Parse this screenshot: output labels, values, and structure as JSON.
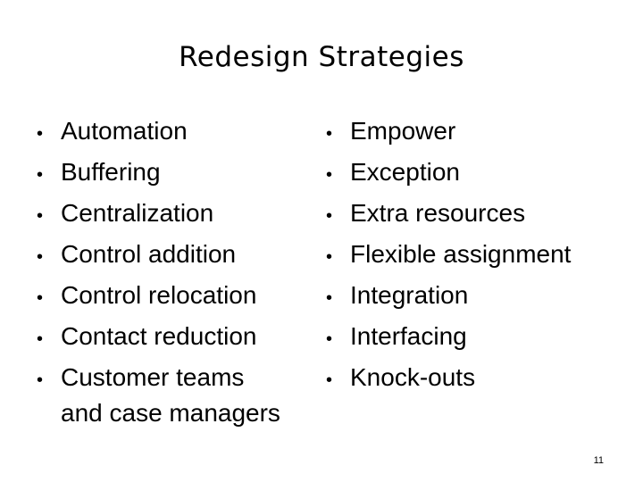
{
  "slide": {
    "title": "Redesign Strategies",
    "page_number": "11",
    "bullet_glyph": "•",
    "left_column": {
      "items": [
        "Automation",
        "Buffering",
        "Centralization",
        "Control addition",
        "Control relocation",
        "Contact reduction",
        "Customer teams"
      ],
      "continuation": "and case managers"
    },
    "right_column": {
      "items": [
        "Empower",
        "Exception",
        "Extra resources",
        "Flexible assignment",
        "Integration",
        "Interfacing",
        "Knock-outs"
      ]
    }
  }
}
